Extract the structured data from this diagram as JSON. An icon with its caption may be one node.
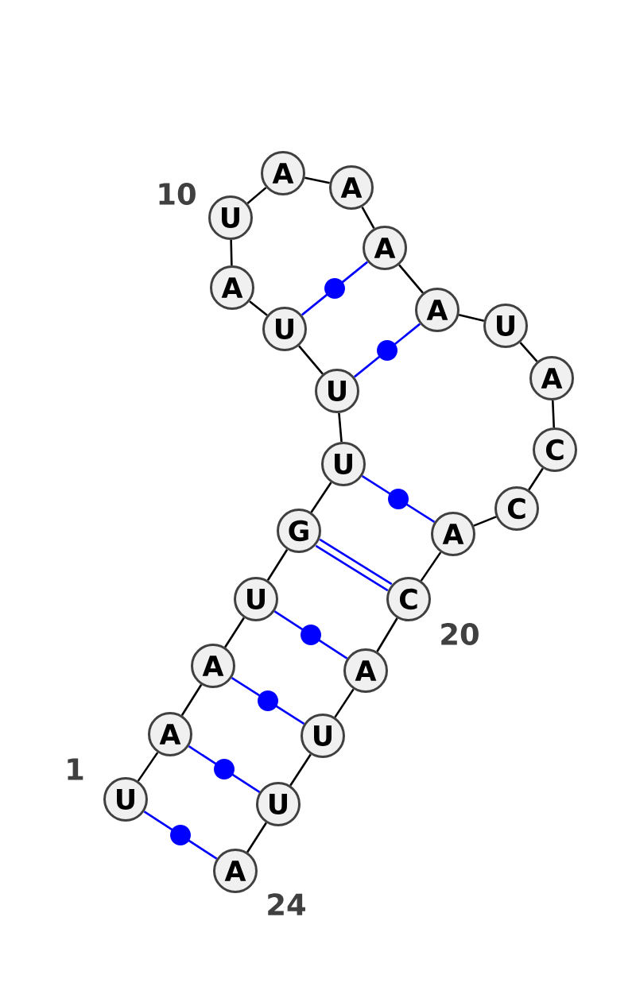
{
  "diagram": {
    "nodes": [
      {
        "text": [
          "U"
        ],
        "beside": [
          "1"
        ]
      },
      {
        "text": [
          "A"
        ]
      },
      {
        "text": [
          "A"
        ]
      },
      {
        "text": [
          "U"
        ]
      },
      {
        "text": [
          "G"
        ]
      },
      {
        "text": [
          "U"
        ]
      },
      {
        "text": [
          "U"
        ]
      },
      {
        "text": [
          "U"
        ]
      },
      {
        "text": [
          "A"
        ]
      },
      {
        "text": [
          "U"
        ],
        "beside": [
          "10"
        ]
      },
      {
        "text": [
          "A"
        ]
      },
      {
        "text": [
          "A"
        ]
      },
      {
        "text": [
          "A"
        ]
      },
      {
        "text": [
          "A"
        ]
      },
      {
        "text": [
          "U"
        ]
      },
      {
        "text": [
          "A"
        ]
      },
      {
        "text": [
          "C"
        ]
      },
      {
        "text": [
          "C"
        ]
      },
      {
        "text": [
          "A"
        ]
      },
      {
        "text": [
          "C"
        ],
        "beside": [
          "20"
        ]
      },
      {
        "text": [
          "A"
        ]
      },
      {
        "text": [
          "U"
        ]
      },
      {
        "text": [
          "U"
        ]
      },
      {
        "text": [
          "A"
        ],
        "beside": [
          "24"
        ]
      }
    ],
    "edges": [
      {
        "from": 0,
        "to": 1,
        "arrow": "none"
      },
      {
        "from": 1,
        "to": 2,
        "arrow": "none"
      },
      {
        "from": 2,
        "to": 3,
        "arrow": "none"
      },
      {
        "from": 3,
        "to": 4,
        "arrow": "none"
      },
      {
        "from": 4,
        "to": 5,
        "arrow": "none"
      },
      {
        "from": 5,
        "to": 6,
        "arrow": "none"
      },
      {
        "from": 6,
        "to": 7,
        "arrow": "none"
      },
      {
        "from": 7,
        "to": 8,
        "arrow": "none"
      },
      {
        "from": 8,
        "to": 9,
        "arrow": "none"
      },
      {
        "from": 9,
        "to": 10,
        "arrow": "none"
      },
      {
        "from": 10,
        "to": 11,
        "arrow": "none"
      },
      {
        "from": 11,
        "to": 12,
        "arrow": "none"
      },
      {
        "from": 12,
        "to": 13,
        "arrow": "none"
      },
      {
        "from": 13,
        "to": 14,
        "arrow": "none"
      },
      {
        "from": 14,
        "to": 15,
        "arrow": "none"
      },
      {
        "from": 15,
        "to": 16,
        "arrow": "none"
      },
      {
        "from": 16,
        "to": 17,
        "arrow": "none"
      },
      {
        "from": 17,
        "to": 18,
        "arrow": "none"
      },
      {
        "from": 18,
        "to": 19,
        "arrow": "none"
      },
      {
        "from": 19,
        "to": 20,
        "arrow": "none"
      },
      {
        "from": 20,
        "to": 21,
        "arrow": "none"
      },
      {
        "from": 21,
        "to": 22,
        "arrow": "none"
      },
      {
        "from": 22,
        "to": 23,
        "arrow": "none"
      },
      {
        "from": 0,
        "to": 23,
        "arrow": "none",
        "color": "#0000ff"
      },
      {
        "from": 1,
        "to": 22,
        "arrow": "none",
        "color": "#0000ff"
      },
      {
        "from": 2,
        "to": 21,
        "arrow": "none",
        "color": "#0000ff"
      },
      {
        "from": 3,
        "to": 20,
        "arrow": "none",
        "color": "#0000ff"
      },
      {
        "from": 4,
        "to": 19,
        "arrow": "none",
        "color": "#0000ff",
        "style": "thick"
      },
      {
        "from": 5,
        "to": 18,
        "arrow": "none",
        "color": "#0000ff"
      },
      {
        "from": 6,
        "to": 13,
        "arrow": "none",
        "color": "#0000ff"
      },
      {
        "from": 7,
        "to": 12,
        "arrow": "none",
        "color": "#0000ff"
      }
    ]
  }
}
